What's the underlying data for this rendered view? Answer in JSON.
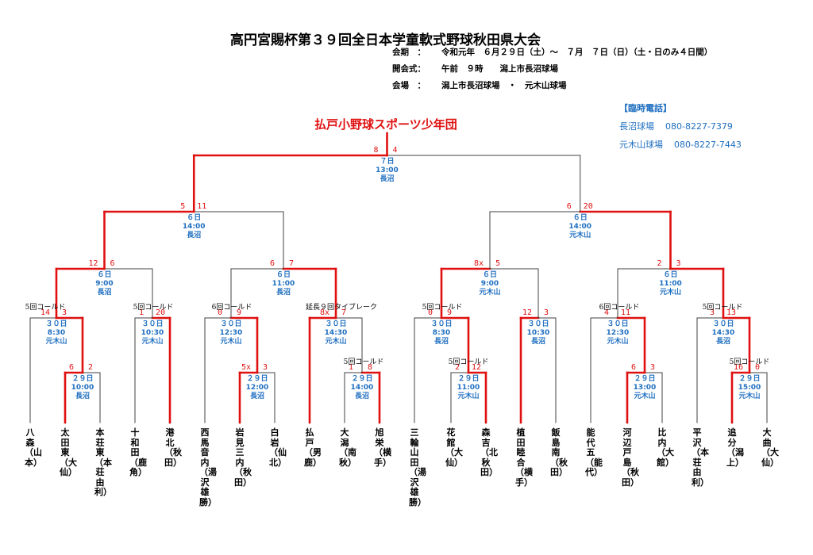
{
  "title": "高円宮賜杯第３９回全日本学童軟式野球秋田県大会",
  "info": [
    {
      "key": "会期　：",
      "value": "令和元年　６月２９日（土）～　７月　７日（日）（土・日のみ４日間）"
    },
    {
      "key": "開会式：",
      "value": "午前　９時　　潟上市長沼球場"
    },
    {
      "key": "会場　：",
      "value": "潟上市長沼球場　・　元木山球場"
    }
  ],
  "phone": {
    "header": "【臨時電話】",
    "rows": [
      {
        "place": "長沼球場",
        "number": "080-8227-7379"
      },
      {
        "place": "元木山球場",
        "number": "080-8227-7443"
      }
    ]
  },
  "champion": "払戸小野球スポーツ少年団",
  "teams": [
    "八森（山本）",
    "太田東（大仙）",
    "本荘東（本荘由利）",
    "十和田（鹿角）",
    "港北（秋田）",
    "西馬音内（湯沢雄勝）",
    "岩見三内（秋田）",
    "白岩（仙北）",
    "払戸（男鹿）",
    "大潟（南秋）",
    "旭栄（横手）",
    "三輪山田（湯沢雄勝）",
    "花館（大仙）",
    "森吉（北秋田）",
    "植田睦合（横手）",
    "飯島南（秋田）",
    "能代五（能代）",
    "河辺戸島（秋田）",
    "比内（大館）",
    "平沢（本荘由利）",
    "追分（潟上）",
    "大曲（大仙）"
  ],
  "matches": [
    {
      "id": "f",
      "date": "７日",
      "time": "13:00",
      "venue": "長沼",
      "s1": "8",
      "s2": "4"
    },
    {
      "id": "sL",
      "date": "６日",
      "time": "14:00",
      "venue": "長沼",
      "s1": "5",
      "s2": "11"
    },
    {
      "id": "sR",
      "date": "６日",
      "time": "14:00",
      "venue": "元木山",
      "s1": "6",
      "s2": "20"
    },
    {
      "id": "q1",
      "date": "６日",
      "time": "9:00",
      "venue": "長沼",
      "s1": "12",
      "s2": "6"
    },
    {
      "id": "q2",
      "date": "６日",
      "time": "11:00",
      "venue": "長沼",
      "s1": "6",
      "s2": "7"
    },
    {
      "id": "q3",
      "date": "６日",
      "time": "9:00",
      "venue": "元木山",
      "s1": "8x",
      "s2": "5"
    },
    {
      "id": "q4",
      "date": "６日",
      "time": "11:00",
      "venue": "元木山",
      "s1": "2",
      "s2": "3"
    },
    {
      "id": "r1",
      "date": "３０日",
      "time": "8:30",
      "venue": "元木山",
      "s1": "14",
      "s2": "3",
      "note": "5回コールド"
    },
    {
      "id": "r2",
      "date": "３０日",
      "time": "10:30",
      "venue": "元木山",
      "s1": "1",
      "s2": "20",
      "note": "5回コールド"
    },
    {
      "id": "r3",
      "date": "３０日",
      "time": "12:30",
      "venue": "元木山",
      "s1": "0",
      "s2": "9",
      "note": "6回コールド"
    },
    {
      "id": "r4",
      "date": "３０日",
      "time": "14:30",
      "venue": "元木山",
      "s1": "8x",
      "s2": "7",
      "note": "延長９回タイブレーク"
    },
    {
      "id": "r5",
      "date": "３０日",
      "time": "8:30",
      "venue": "長沼",
      "s1": "0",
      "s2": "9",
      "note": "5回コールド"
    },
    {
      "id": "r6",
      "date": "３０日",
      "time": "10:30",
      "venue": "長沼",
      "s1": "12",
      "s2": "3"
    },
    {
      "id": "r7",
      "date": "３０日",
      "time": "12:30",
      "venue": "元木山",
      "s1": "4",
      "s2": "11",
      "note": "6回コールド"
    },
    {
      "id": "r8",
      "date": "３０日",
      "time": "14:30",
      "venue": "長沼",
      "s1": "3",
      "s2": "13",
      "note": "5回コールド"
    },
    {
      "id": "p1",
      "date": "２９日",
      "time": "10:00",
      "venue": "長沼",
      "s1": "6",
      "s2": "2"
    },
    {
      "id": "p2",
      "date": "２９日",
      "time": "12:00",
      "venue": "長沼",
      "s1": "5x",
      "s2": "3"
    },
    {
      "id": "p3",
      "date": "２９日",
      "time": "14:00",
      "venue": "長沼",
      "s1": "1",
      "s2": "8",
      "note": "5回コールド"
    },
    {
      "id": "p4",
      "date": "２９日",
      "time": "11:00",
      "venue": "元木山",
      "s1": "2",
      "s2": "12",
      "note": "5回コールド"
    },
    {
      "id": "p5",
      "date": "２９日",
      "time": "13:00",
      "venue": "元木山",
      "s1": "6",
      "s2": "3"
    },
    {
      "id": "p6",
      "date": "２９日",
      "time": "15:00",
      "venue": "元木山",
      "s1": "16",
      "s2": "0",
      "note": "5回コールド"
    }
  ]
}
